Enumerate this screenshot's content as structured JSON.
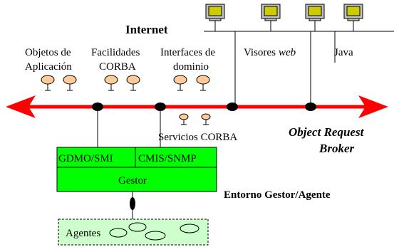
{
  "internet_label": "Internet",
  "component_groups": [
    {
      "line1": "Objetos de",
      "line2": "Aplicación"
    },
    {
      "line1": "Facilidades",
      "line2": "CORBA"
    },
    {
      "line1": "Interfaces de",
      "line2": "dominio"
    }
  ],
  "visores_label": "Visores",
  "visores_label_italic": "web",
  "java_label": "Java",
  "servicios_label": "Servicios CORBA",
  "orb_label": {
    "line1": "Object Request",
    "line2": "Broker"
  },
  "gestor_box": {
    "left_label": "GDMO/SMI",
    "right_label": "CMIS/SNMP",
    "bottom_label": "Gestor"
  },
  "entorno_label": "Entorno Gestor/Agente",
  "agentes_label": "Agentes",
  "colors": {
    "orb_arrow": "#ff0000",
    "gestor_fill": "#00ff00",
    "agentes_fill": "#ccffcc",
    "component_fill": "#ffcc99",
    "monitor_fill": "#cccc00"
  },
  "icons": [
    "monitor-icon",
    "corba-object-icon",
    "agent-ellipse-icon",
    "orb-node-icon"
  ]
}
